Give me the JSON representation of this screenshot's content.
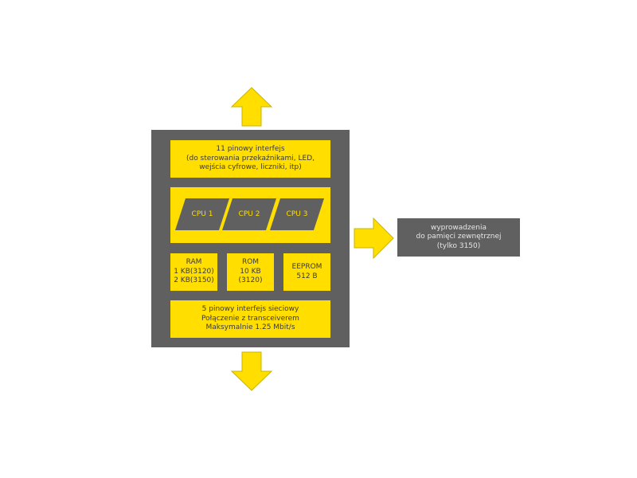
{
  "colors": {
    "chip_body": "#606060",
    "block_fill": "#ffde00",
    "arrow_fill": "#ffde00",
    "arrow_stroke": "#c8b400",
    "block_text": "#3a3a3a",
    "external_text": "#e6e6e6"
  },
  "blocks": {
    "top_interface": {
      "line1": "11 pinowy interfejs",
      "line2": "(do sterowania przekaźnikami, LED,",
      "line3": "wejścia cyfrowe, liczniki, itp)"
    },
    "cpus": {
      "cpu1": "CPU 1",
      "cpu2": "CPU 2",
      "cpu3": "CPU 3"
    },
    "ram": {
      "line1": "RAM",
      "line2": "1 KB(3120)",
      "line3": "2 KB(3150)"
    },
    "rom": {
      "line1": "ROM",
      "line2": "10 KB",
      "line3": "(3120)"
    },
    "eeprom": {
      "line1": "EEPROM",
      "line2": "512 B"
    },
    "network": {
      "line1": "5 pinowy interfejs sieciowy",
      "line2": "Połączenie z transceiverem",
      "line3": "Maksymalnie 1.25 Mbit/s"
    }
  },
  "external": {
    "line1": "wyprowadzenia",
    "line2": "do pamięci zewnętrznej",
    "line3": "(tylko 3150)"
  },
  "icons": {
    "up": "arrow-up-icon",
    "down": "arrow-down-icon",
    "right": "arrow-right-icon"
  }
}
